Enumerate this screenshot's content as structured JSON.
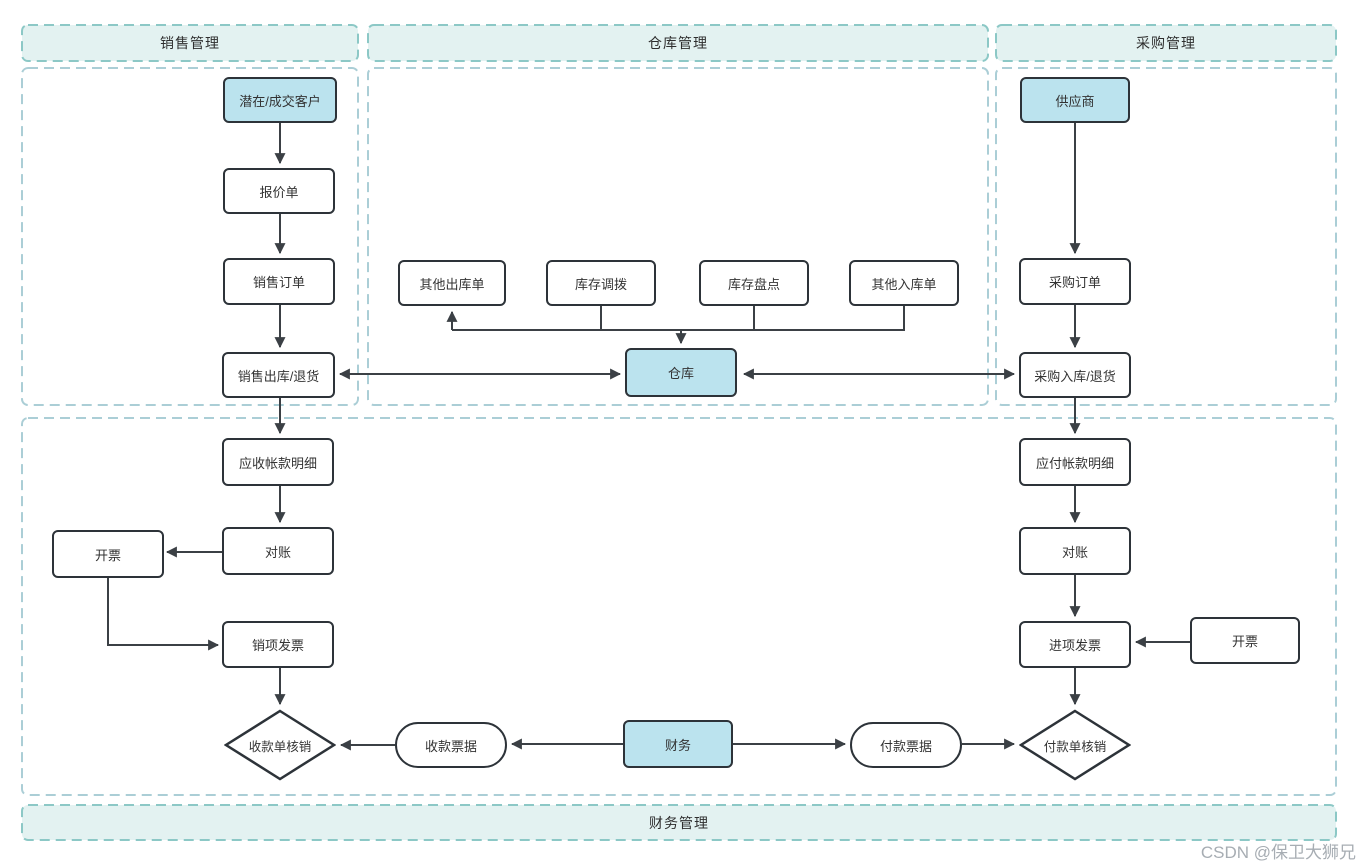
{
  "titles": {
    "sales": "销售管理",
    "warehouse": "仓库管理",
    "purchase": "采购管理",
    "finance": "财务管理"
  },
  "nodes": {
    "customer": "潜在/成交客户",
    "quote": "报价单",
    "sales_order": "销售订单",
    "sales_out": "销售出库/退货",
    "ar_detail": "应收帐款明细",
    "recon_left": "对账",
    "invoice_left": "开票",
    "sales_invoice": "销项发票",
    "receipt_verify": "收款单核销",
    "receipt_note": "收款票据",
    "finance": "财务",
    "payment_note": "付款票据",
    "payment_verify": "付款单核销",
    "other_out": "其他出库单",
    "transfer": "库存调拨",
    "stocktake": "库存盘点",
    "other_in": "其他入库单",
    "warehouse": "仓库",
    "supplier": "供应商",
    "purchase_order": "采购订单",
    "purchase_in": "采购入库/退货",
    "ap_detail": "应付帐款明细",
    "recon_right": "对账",
    "purchase_invoice": "进项发票",
    "invoice_right": "开票"
  },
  "watermark": "CSDN @保卫大狮兄",
  "colors": {
    "highlight_node_fill": "#bbe3ee",
    "node_border": "#2d3339",
    "arrow": "#3b4045",
    "header_fill": "#e3f2f1",
    "header_dash": "#8cc8c6",
    "lane_dash": "#abced6",
    "watermark_text": "#a7adb3"
  }
}
